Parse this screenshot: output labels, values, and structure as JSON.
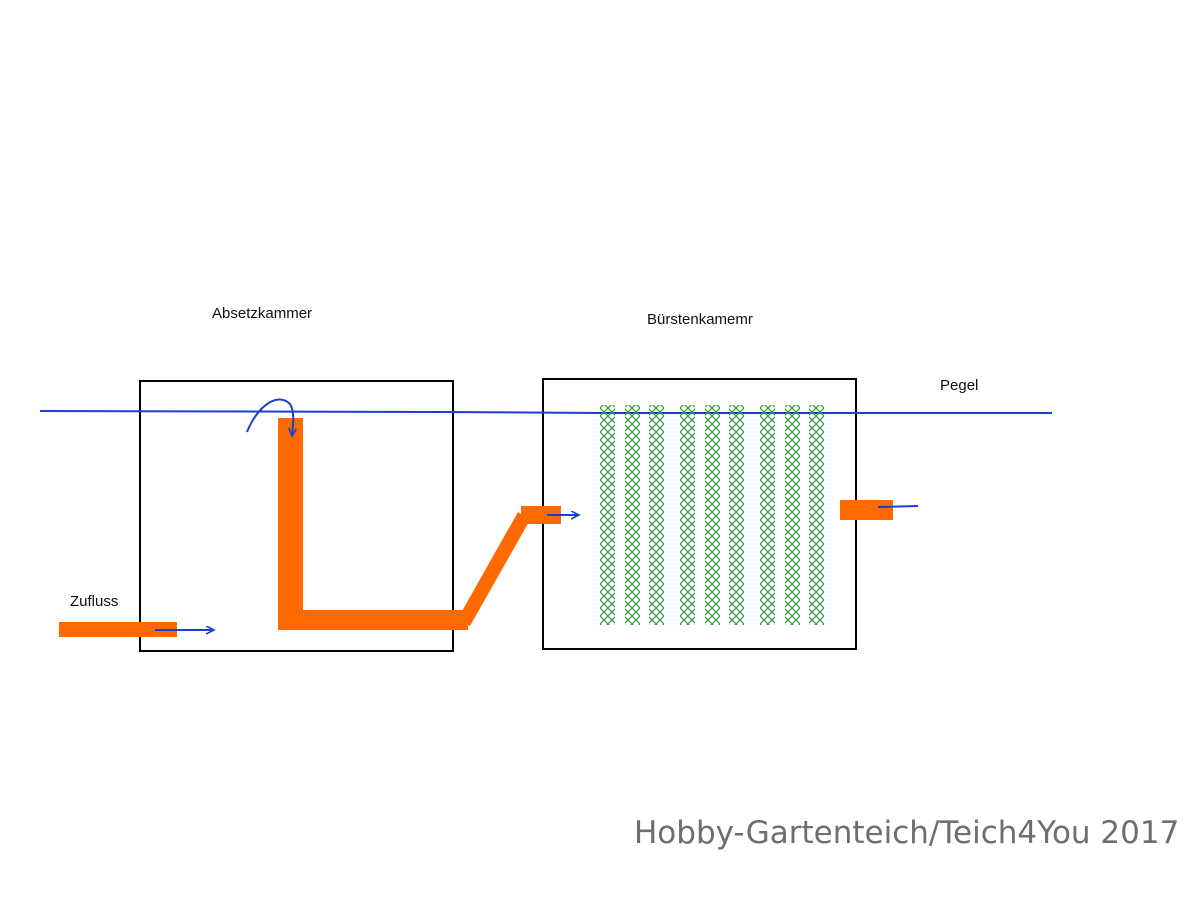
{
  "labels": {
    "settling_chamber": "Absetzkammer",
    "brush_chamber": "Bürstenkamemr",
    "water_level": "Pegel",
    "inflow": "Zufluss"
  },
  "watermark": "Hobby-Gartenteich/Teich4You 2017",
  "colors": {
    "pipe": "#ff6a00",
    "water_line": "#1a3fcc",
    "brush": "#2e9a3c",
    "chamber_outline": "#000000",
    "watermark": "#6e6e6e"
  },
  "brush_count": 9
}
